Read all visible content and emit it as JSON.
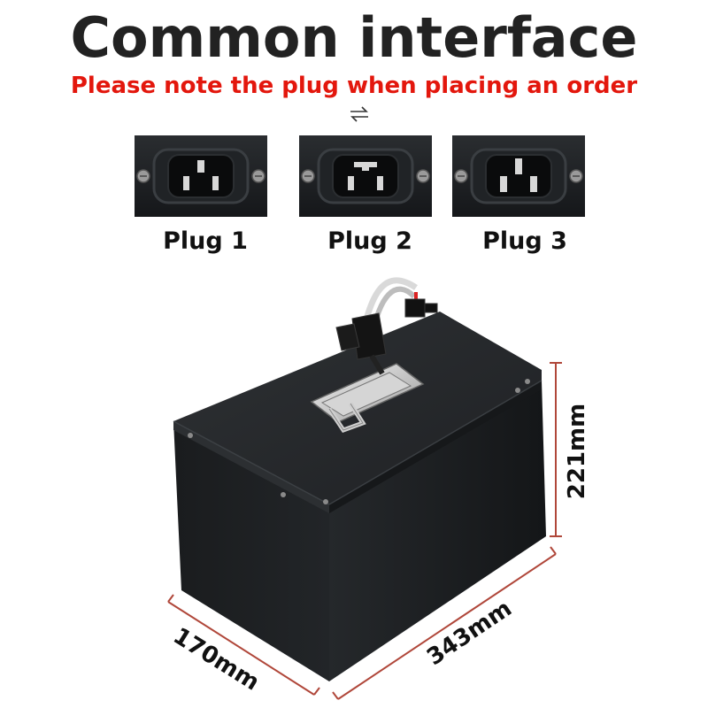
{
  "header": {
    "title": "Common interface",
    "subtitle": "Please note the plug when placing an order"
  },
  "plugs": [
    {
      "label": "Plug 1"
    },
    {
      "label": "Plug 2"
    },
    {
      "label": "Plug 3"
    }
  ],
  "dimensions": {
    "height": "221mm",
    "length": "343mm",
    "width": "170mm"
  },
  "colors": {
    "title": "#222222",
    "subtitle": "#e3170d",
    "battery_body": "#1c1e20",
    "dimension_line": "#b0473a"
  }
}
